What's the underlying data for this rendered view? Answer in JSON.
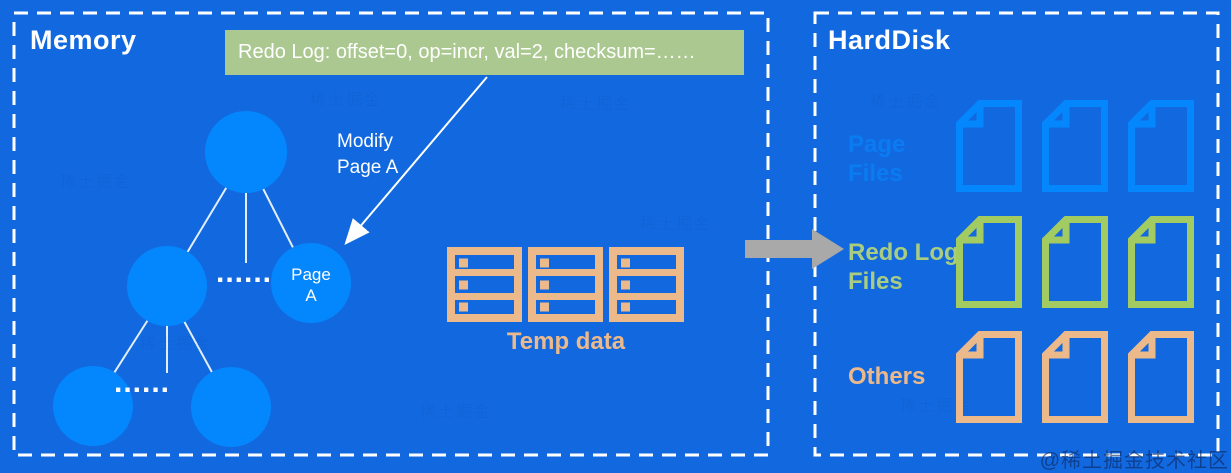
{
  "colors": {
    "background": "#1269df",
    "node_blue": "#0487fd",
    "banner_green": "#abc890",
    "file_green": "#a2cb62",
    "label_green": "#a8cd80",
    "label_blue": "#0b7bf2",
    "tan": "#ecb98b",
    "arrow_gray": "#a9a9a9",
    "border_white": "#ffffff"
  },
  "memory": {
    "title": "Memory",
    "redo_log_banner": "Redo Log: offset=0, op=incr, val=2, checksum=……",
    "modify_annotation": {
      "line1": "Modify",
      "line2": "Page A"
    },
    "tree": {
      "page_a_label": {
        "line1": "Page",
        "line2": "A"
      },
      "ellipsis_mid": "......",
      "ellipsis_bottom": "......"
    },
    "temp_data_label": "Temp data"
  },
  "harddisk": {
    "title": "HardDisk",
    "rows": [
      {
        "label_line1": "Page",
        "label_line2": "Files",
        "icon": "page-file-icon",
        "icon_count": 3
      },
      {
        "label_line1": "Redo Log",
        "label_line2": "Files",
        "icon": "redo-log-file-icon",
        "icon_count": 3
      },
      {
        "label_line1": "Others",
        "label_line2": "",
        "icon": "other-file-icon",
        "icon_count": 3
      }
    ]
  },
  "watermark": {
    "corner": "@稀土掘金技术社区",
    "tile": "稀土掘金"
  }
}
